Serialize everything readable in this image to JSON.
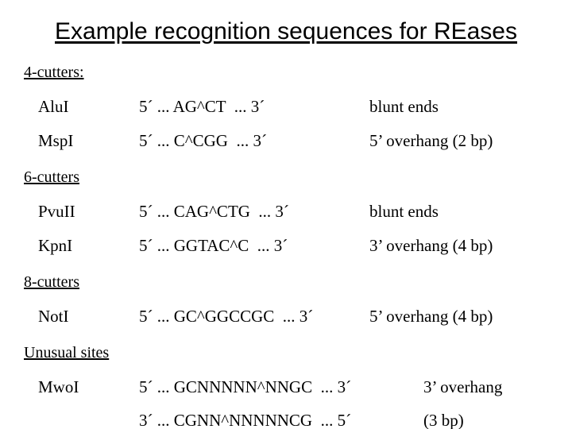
{
  "slide": {
    "title": "Example recognition sequences for REases"
  },
  "sections": [
    {
      "heading": "4-cutters:",
      "rows": [
        {
          "enzyme": "AluI",
          "sequence": "5´ ... AG^CT  ... 3´",
          "ends": "blunt ends"
        },
        {
          "enzyme": "MspI",
          "sequence": "5´ ... C^CGG  ... 3´",
          "ends": "5’ overhang (2 bp)"
        }
      ]
    },
    {
      "heading": "6-cutters",
      "rows": [
        {
          "enzyme": "PvuII",
          "sequence": "5´ ... CAG^CTG  ... 3´",
          "ends": "blunt ends"
        },
        {
          "enzyme": "KpnI",
          "sequence": "5´ ... GGTAC^C  ... 3´",
          "ends": "3’ overhang (4 bp)"
        }
      ]
    },
    {
      "heading": "8-cutters",
      "rows": [
        {
          "enzyme": "NotI",
          "sequence": "5´ ... GC^GGCCGC  ... 3´",
          "ends": "5’ overhang (4 bp)"
        }
      ]
    },
    {
      "heading": "Unusual sites",
      "rows": [
        {
          "enzyme": "MwoI",
          "sequence": "5´ ... GCNNNNN^NNGC  ... 3´",
          "ends": "3’ overhang"
        },
        {
          "enzyme": "",
          "sequence": "3´ ... CGNN^NNNNNCG  ... 5´",
          "ends": "(3 bp)"
        }
      ]
    }
  ],
  "colors": {
    "text": "#000000",
    "background": "#ffffff"
  }
}
